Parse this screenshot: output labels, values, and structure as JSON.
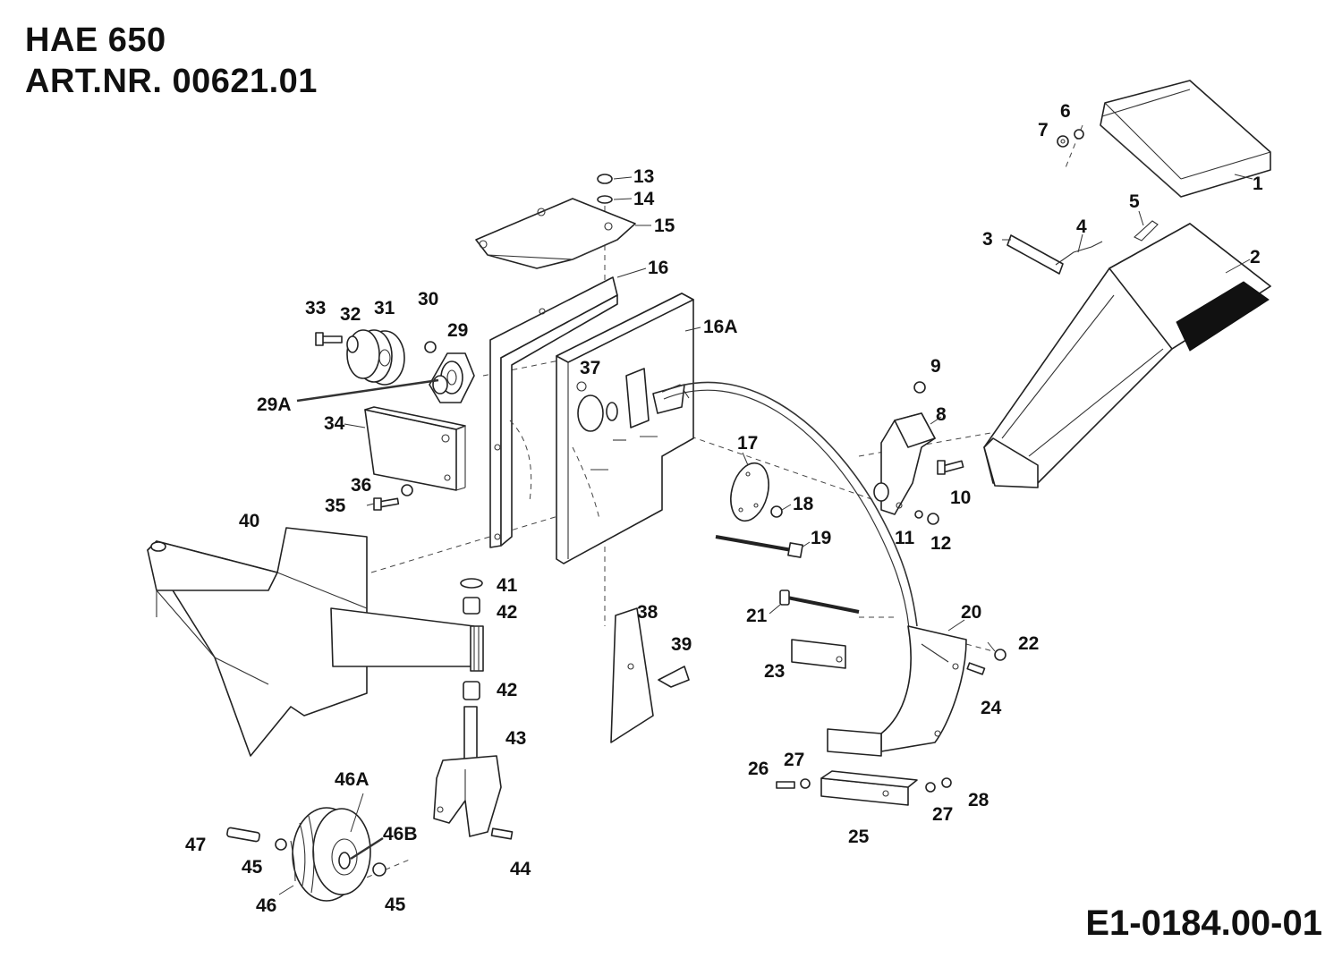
{
  "header": {
    "model": "HAE 650",
    "art_nr": "ART.NR. 00621.01"
  },
  "footer": {
    "drawing_code": "E1-0184.00-01"
  },
  "labels": {
    "p1": "1",
    "p2": "2",
    "p3": "3",
    "p4": "4",
    "p5": "5",
    "p6": "6",
    "p7": "7",
    "p8": "8",
    "p9": "9",
    "p10": "10",
    "p11": "11",
    "p12": "12",
    "p13": "13",
    "p14": "14",
    "p15": "15",
    "p16": "16",
    "p16a": "16A",
    "p17": "17",
    "p18": "18",
    "p19": "19",
    "p20": "20",
    "p21": "21",
    "p22": "22",
    "p23": "23",
    "p24": "24",
    "p25": "25",
    "p26": "26",
    "p27a": "27",
    "p27b": "27",
    "p28": "28",
    "p29": "29",
    "p29a": "29A",
    "p30": "30",
    "p31": "31",
    "p32": "32",
    "p33": "33",
    "p34": "34",
    "p35": "35",
    "p36": "36",
    "p37": "37",
    "p38": "38",
    "p39": "39",
    "p40": "40",
    "p41": "41",
    "p42a": "42",
    "p42b": "42",
    "p43": "43",
    "p44": "44",
    "p45a": "45",
    "p45b": "45",
    "p46": "46",
    "p46a": "46A",
    "p46b": "46B",
    "p47": "47"
  }
}
